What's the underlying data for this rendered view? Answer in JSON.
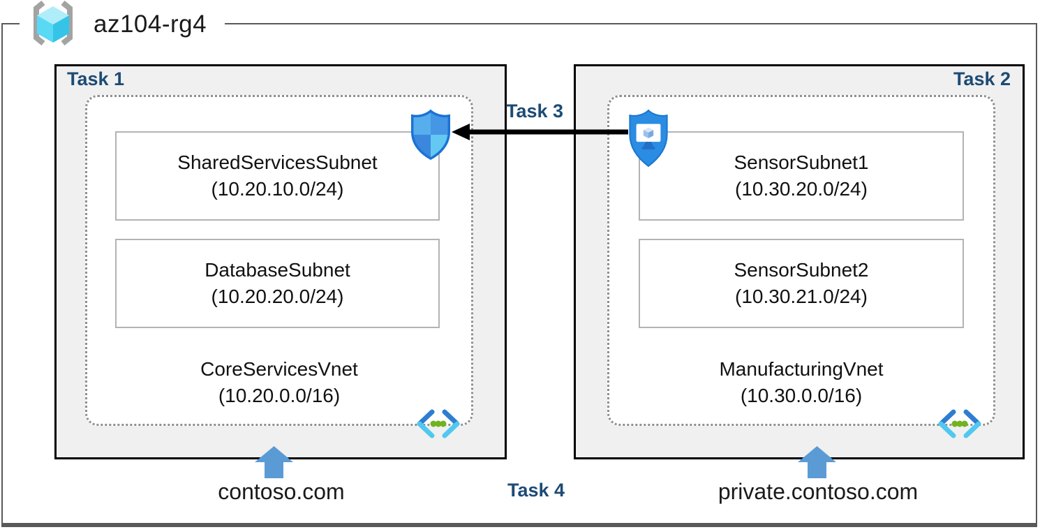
{
  "diagram": {
    "resource_group": "az104-rg4",
    "labels": {
      "task1": "Task 1",
      "task2": "Task 2",
      "task3": "Task 3",
      "task4": "Task 4"
    },
    "vnets": [
      {
        "name": "CoreServicesVnet",
        "cidr": "(10.20.0.0/16)",
        "dns": "contoso.com",
        "subnets": [
          {
            "name": "SharedServicesSubnet",
            "cidr": "(10.20.10.0/24)"
          },
          {
            "name": "DatabaseSubnet",
            "cidr": "(10.20.20.0/24)"
          }
        ]
      },
      {
        "name": "ManufacturingVnet",
        "cidr": "(10.30.0.0/16)",
        "dns": "private.contoso.com",
        "subnets": [
          {
            "name": "SensorSubnet1",
            "cidr": "(10.30.20.0/24)"
          },
          {
            "name": "SensorSubnet2",
            "cidr": "(10.30.21.0/24)"
          }
        ]
      }
    ],
    "icons": {
      "resource_group": "resource-group-icon",
      "security_shield": "security-shield-icon",
      "bastion": "bastion-shield-icon",
      "virtual_network": "virtual-network-icon",
      "up_arrow": "up-arrow-icon",
      "peering_arrow": "left-arrow-icon"
    },
    "colors": {
      "task_label": "#1d4b74",
      "arrow_blue": "#5b9bd5",
      "shield_border": "#1a72d6",
      "bastion_blue": "#2a8ce2",
      "frame_border": "#595959",
      "vnet_dot_green": "#71b320"
    }
  }
}
